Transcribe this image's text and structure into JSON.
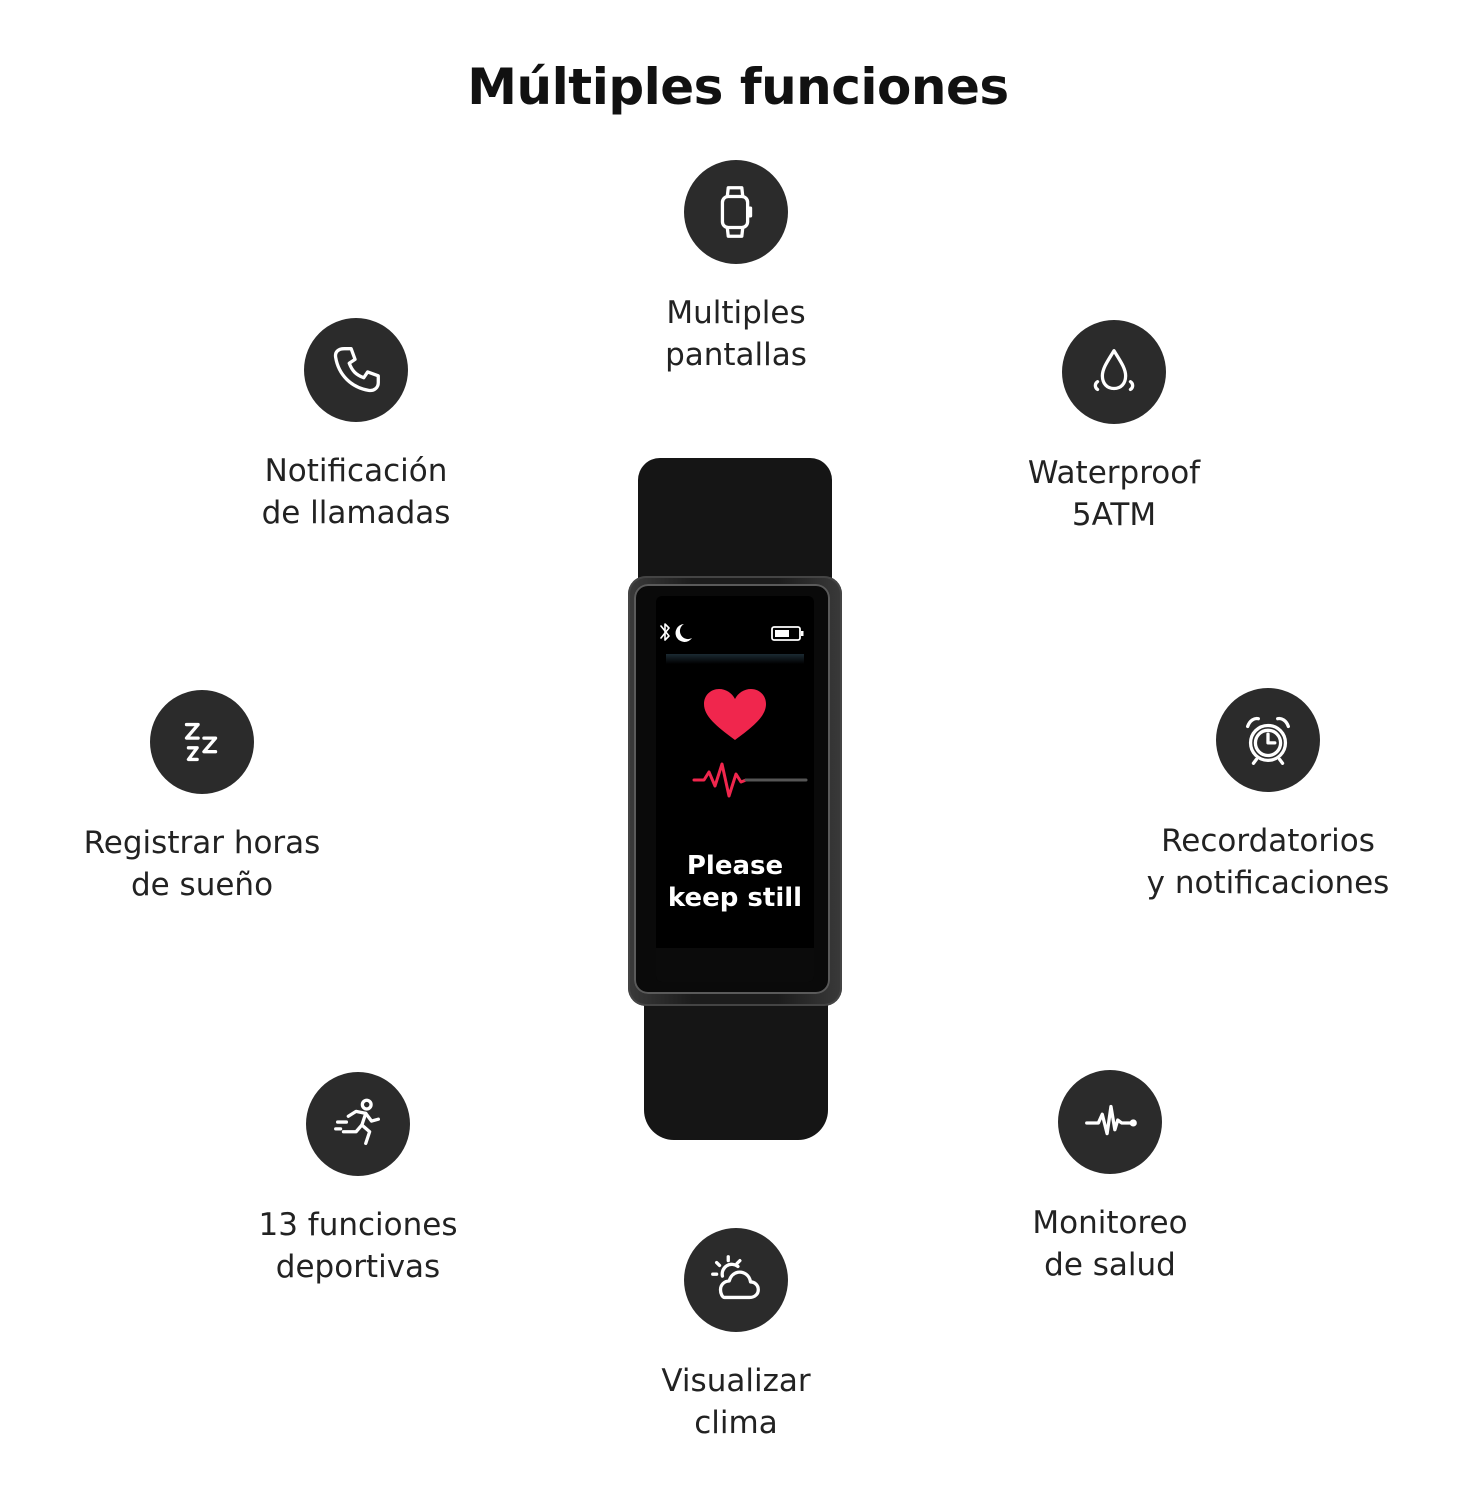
{
  "title": "Múltiples funciones",
  "features": {
    "screens": {
      "icon": "watch-icon",
      "line1": "Multiples",
      "line2": "pantallas"
    },
    "calls": {
      "icon": "phone-icon",
      "line1": "Notificación",
      "line2": "de llamadas"
    },
    "water": {
      "icon": "water-drop-icon",
      "line1": "Waterproof",
      "line2": "5ATM"
    },
    "sleep": {
      "icon": "sleep-zzz-icon",
      "line1": "Registrar horas",
      "line2": "de sueño"
    },
    "reminders": {
      "icon": "alarm-clock-icon",
      "line1": "Recordatorios",
      "line2": "y notificaciones"
    },
    "sports": {
      "icon": "runner-icon",
      "line1": "13 funciones",
      "line2": "deportivas"
    },
    "health": {
      "icon": "heartbeat-icon",
      "line1": "Monitoreo",
      "line2": "de salud"
    },
    "weather": {
      "icon": "weather-icon",
      "line1": "Visualizar",
      "line2": "clima"
    }
  },
  "device": {
    "screen_message_line1": "Please",
    "screen_message_line2": "keep still"
  },
  "colors": {
    "icon_bg": "#2b2b2b",
    "heart": "#f0264d",
    "text": "#222222"
  }
}
